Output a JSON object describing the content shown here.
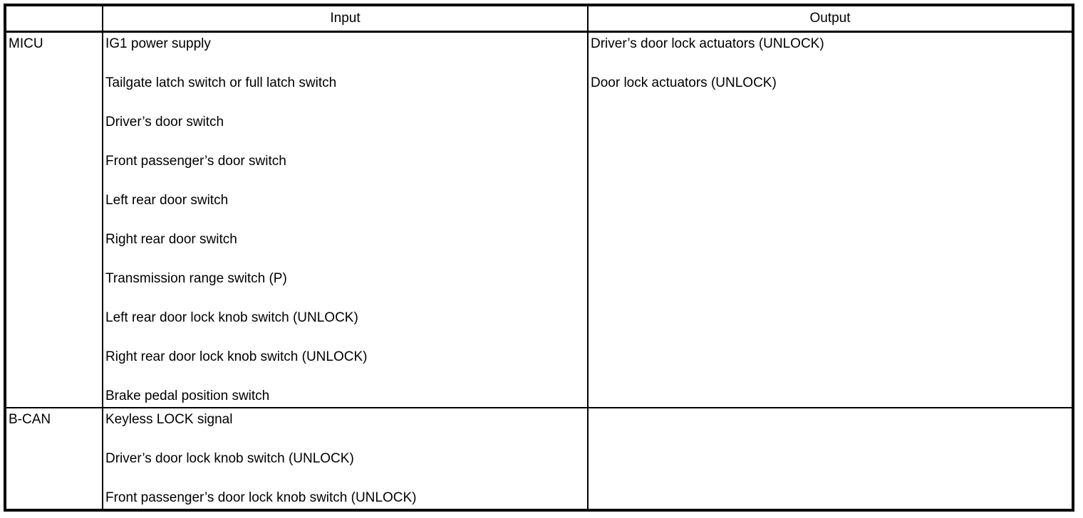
{
  "page": {
    "background_color": "#ffffff",
    "border_color": "#000000",
    "text_color": "#000000"
  },
  "table": {
    "headers": {
      "unit": "",
      "input": "Input",
      "output": "Output"
    },
    "rows": [
      {
        "unit": "MICU",
        "inputs": [
          "IG1 power supply",
          "Tailgate latch switch or full latch switch",
          "Driver’s door switch",
          "Front passenger’s door switch",
          "Left rear door switch",
          "Right rear door switch",
          "Transmission range switch (P)",
          "Left rear door lock knob switch (UNLOCK)",
          "Right rear door lock knob switch (UNLOCK)",
          "Brake pedal position switch"
        ],
        "outputs": [
          "Driver’s door lock actuators (UNLOCK)",
          "Door lock actuators (UNLOCK)"
        ]
      },
      {
        "unit": "B-CAN",
        "inputs": [
          "Keyless LOCK signal",
          "Driver’s door lock knob switch (UNLOCK)",
          "Front passenger’s door lock knob switch (UNLOCK)"
        ],
        "outputs": []
      }
    ]
  }
}
